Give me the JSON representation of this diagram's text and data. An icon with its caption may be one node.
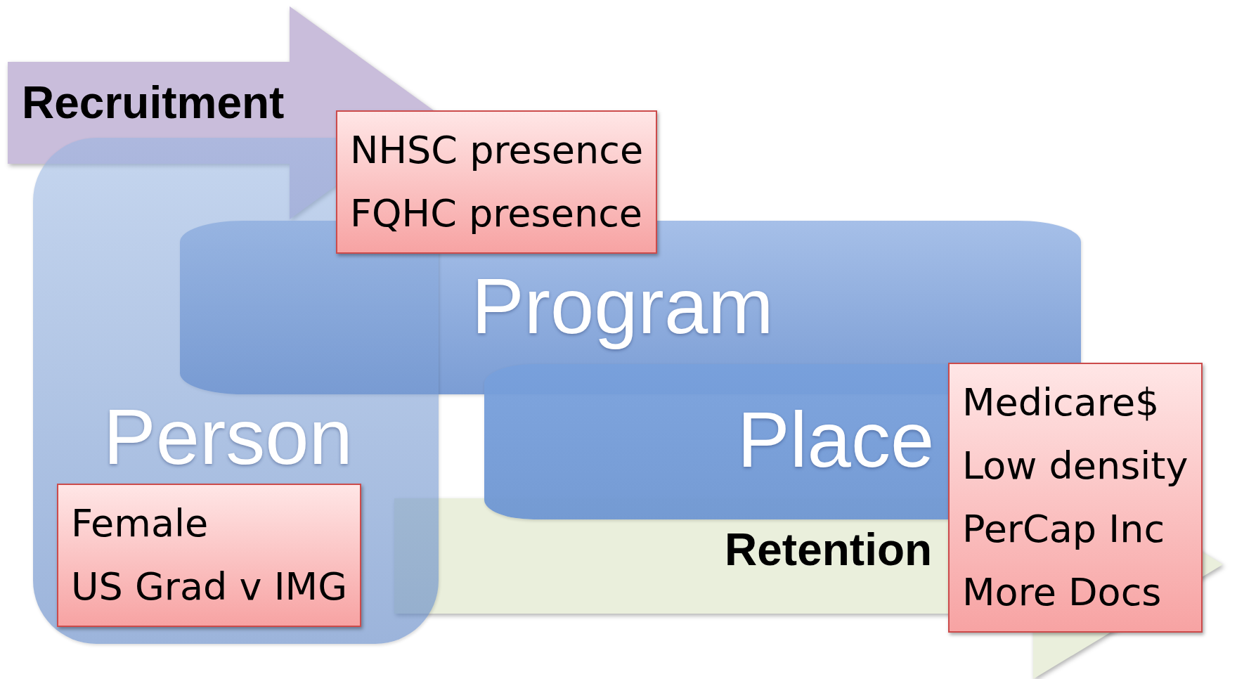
{
  "diagram": {
    "nodes": [
      {
        "text": [
          "Recruitment"
        ]
      },
      {
        "text": [
          "Person"
        ]
      },
      {
        "text": [
          "NHSC presence",
          "FQHC presence"
        ]
      },
      {
        "text": [
          "Program"
        ]
      },
      {
        "text": [
          "Place"
        ]
      },
      {
        "text": [
          "Retention"
        ]
      },
      {
        "text": [
          "Female",
          "US Grad v IMG"
        ],
        "in": 1
      },
      {
        "text": [
          "Medicare$",
          "Low density",
          "PerCap Inc",
          "More Docs"
        ]
      }
    ],
    "edges": []
  }
}
